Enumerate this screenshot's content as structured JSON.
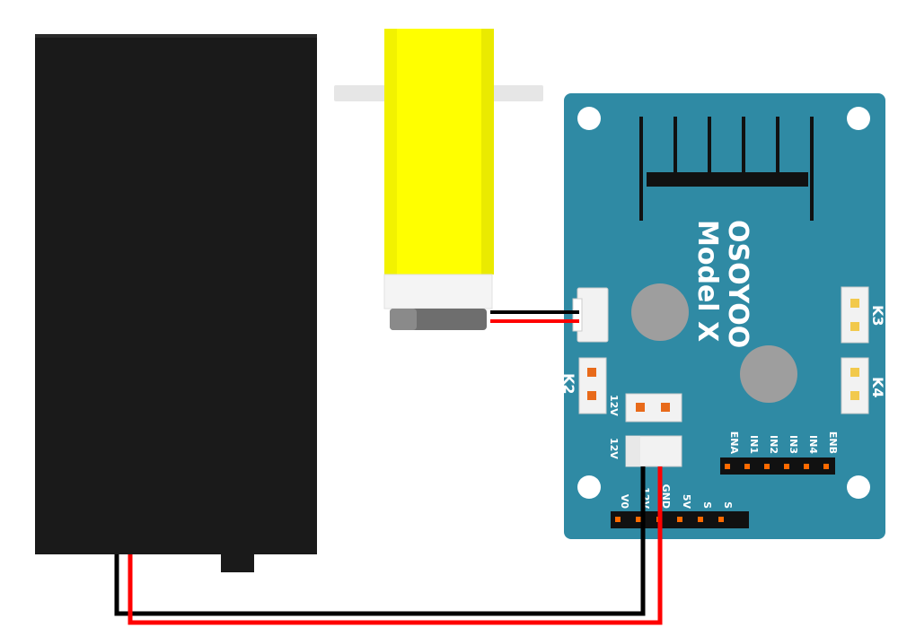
{
  "board": {
    "brand": "OSOYOO",
    "model": "Model X",
    "color": "#2f8aa4"
  },
  "connectors": {
    "k2": "K2",
    "k3": "K3",
    "k4": "K4",
    "jumper_12v_a": "12V",
    "jumper_12v_b": "12V"
  },
  "power_header": {
    "pins": [
      "V0",
      "12V",
      "GND",
      "5V",
      "S",
      "S"
    ]
  },
  "control_header": {
    "pins": [
      "ENA",
      "IN1",
      "IN2",
      "IN3",
      "IN4",
      "ENB"
    ]
  },
  "colors": {
    "wire_positive": "#ff0000",
    "wire_negative": "#000000",
    "motor_body": "#ffff00",
    "battery": "#1a1a1a",
    "pin": "#ff6a00"
  }
}
